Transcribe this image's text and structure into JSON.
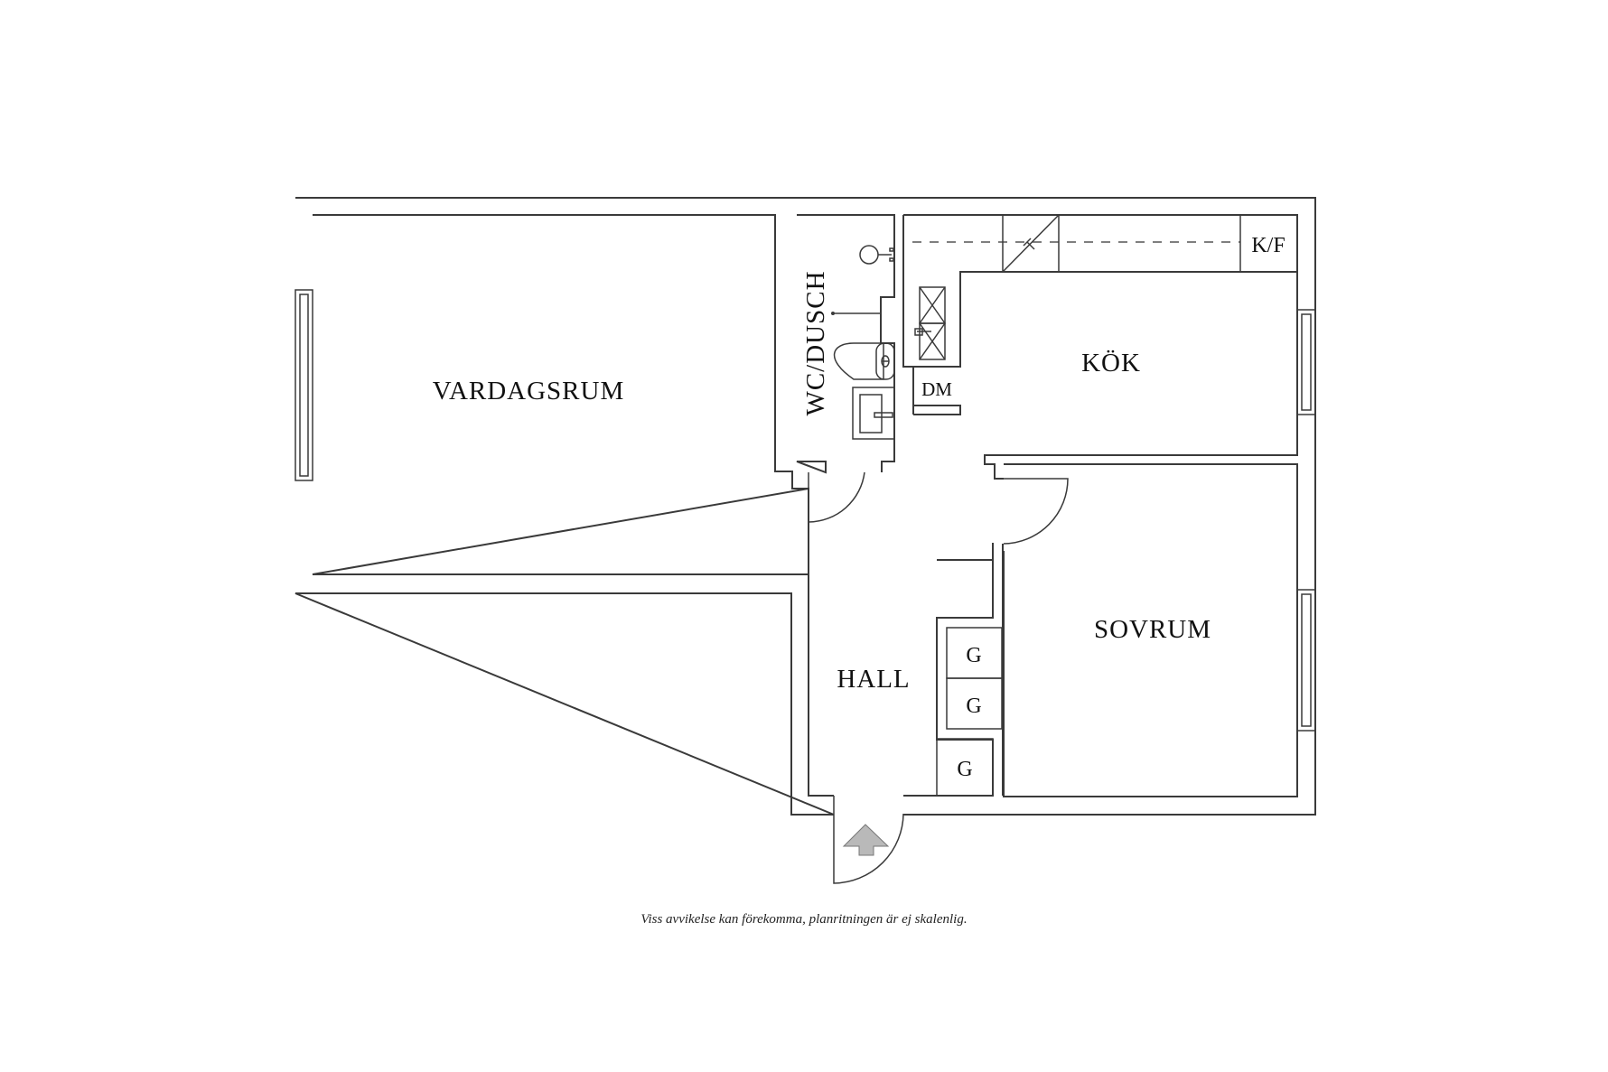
{
  "floorplan": {
    "rooms": {
      "living_room": "VARDAGSRUM",
      "bathroom": "WC/DUSCH",
      "kitchen": "KÖK",
      "bedroom": "SOVRUM",
      "hall": "HALL"
    },
    "fixtures": {
      "fridge_freezer": "K/F",
      "dishwasher": "DM",
      "wardrobe_1": "G",
      "wardrobe_2": "G",
      "wardrobe_3": "G"
    },
    "entrance_arrow_color": "#b9b9b9",
    "wall_color": "#3a3a3a"
  },
  "footer": {
    "disclaimer": "Viss avvikelse kan förekomma, planritningen är ej skalenlig."
  }
}
